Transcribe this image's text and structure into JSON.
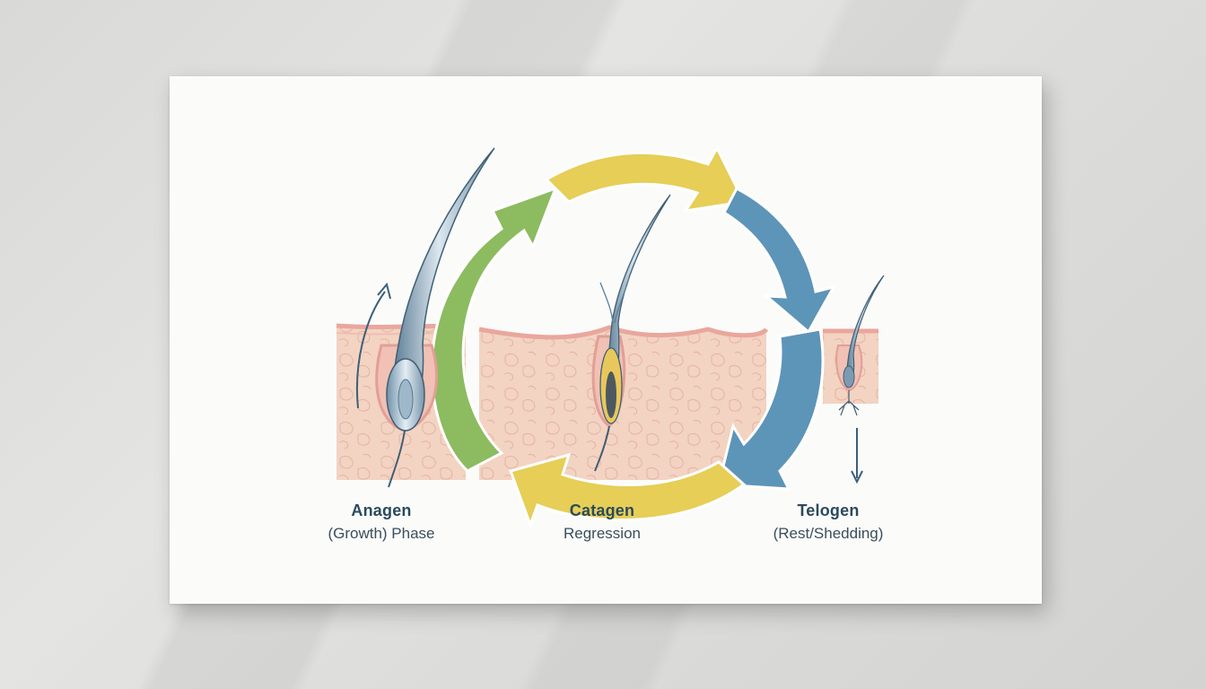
{
  "phases": [
    {
      "name": "Anagen",
      "description": "(Growth) Phase"
    },
    {
      "name": "Catagen",
      "description": "Regression"
    },
    {
      "name": "Telogen",
      "description": "(Rest/Shedding)"
    }
  ],
  "colors": {
    "green_arrow": "#8dbb60",
    "yellow_arrow": "#e5cd55",
    "blue_arrow": "#5c95b8",
    "skin": "#f3d2c1",
    "skin_edge": "#e9a9a0",
    "hair": "#7f9db2",
    "label_text": "#2b4a5d"
  }
}
